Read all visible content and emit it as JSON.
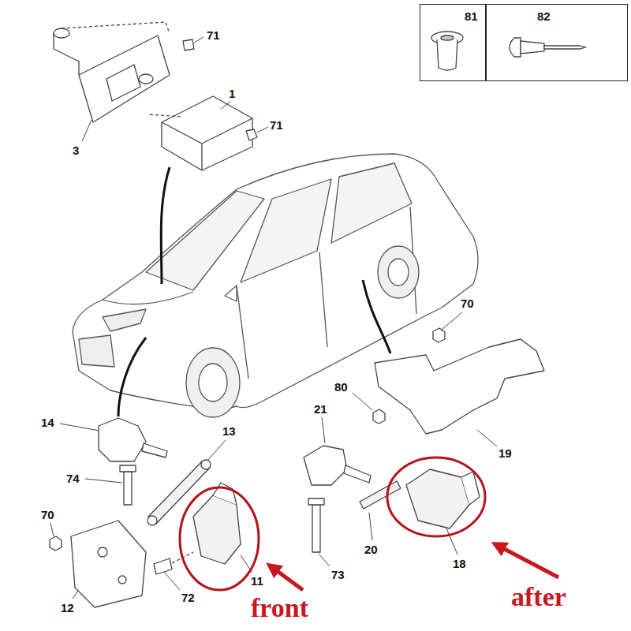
{
  "diagram": {
    "nodes": [
      {
        "text": [
          "81"
        ]
      },
      {
        "text": [
          "82"
        ]
      }
    ],
    "labels": [
      "71",
      "1",
      "71",
      "3",
      "70",
      "80",
      "19",
      "14",
      "13",
      "21",
      "74",
      "70",
      "20",
      "18",
      "12",
      "72",
      "11",
      "73",
      "front",
      "after"
    ]
  }
}
